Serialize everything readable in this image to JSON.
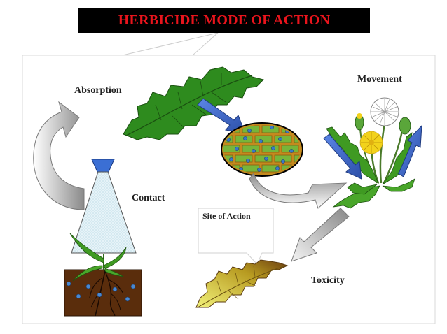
{
  "title": "HERBICIDE MODE OF ACTION",
  "labels": {
    "absorption": "Absorption",
    "movement": "Movement",
    "contact": "Contact",
    "site_of_action": "Site of Action",
    "toxicity": "Toxicity"
  },
  "colors": {
    "title_text": "#e8141c",
    "title_bg": "#000000",
    "leaf_green": "#2e8b1e",
    "cell_green": "#77b53a",
    "cell_wall": "#c48a1e",
    "blue_arrow": "#3a66cc",
    "gray_arrow": "#9a9a9a",
    "spray_blue": "#3b6fd4",
    "soil": "#5a2d0c",
    "flower_yellow": "#f2d21b",
    "dying_leaf_yellow": "#e7e85a",
    "dying_leaf_brown": "#7b4a12"
  },
  "icons": [
    "leaf-icon",
    "cell-icon",
    "dandelion-icon",
    "spray-nozzle-icon",
    "dying-leaf-icon",
    "soil-icon"
  ]
}
